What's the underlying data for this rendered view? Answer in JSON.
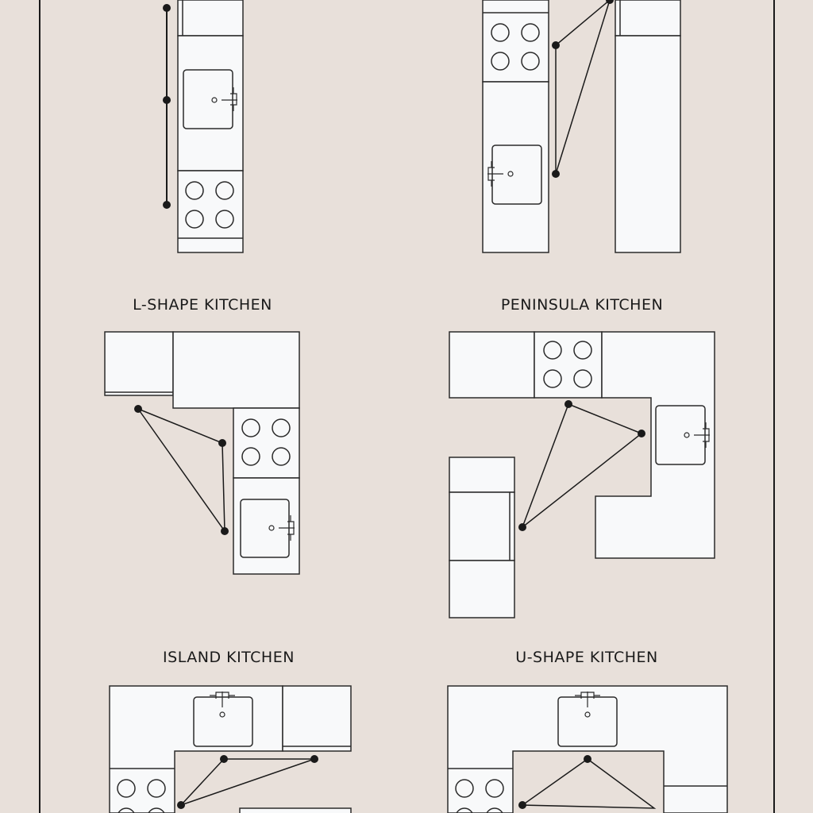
{
  "layouts": {
    "l_shape": {
      "title": "L-SHAPE KITCHEN"
    },
    "peninsula": {
      "title": "PENINSULA KITCHEN"
    },
    "island": {
      "title": "ISLAND KITCHEN"
    },
    "u_shape": {
      "title": "U-SHAPE KITCHEN"
    }
  },
  "colors": {
    "background": "#e8e0da",
    "counter": "#f8f9fa",
    "line": "#2a2a2a"
  }
}
